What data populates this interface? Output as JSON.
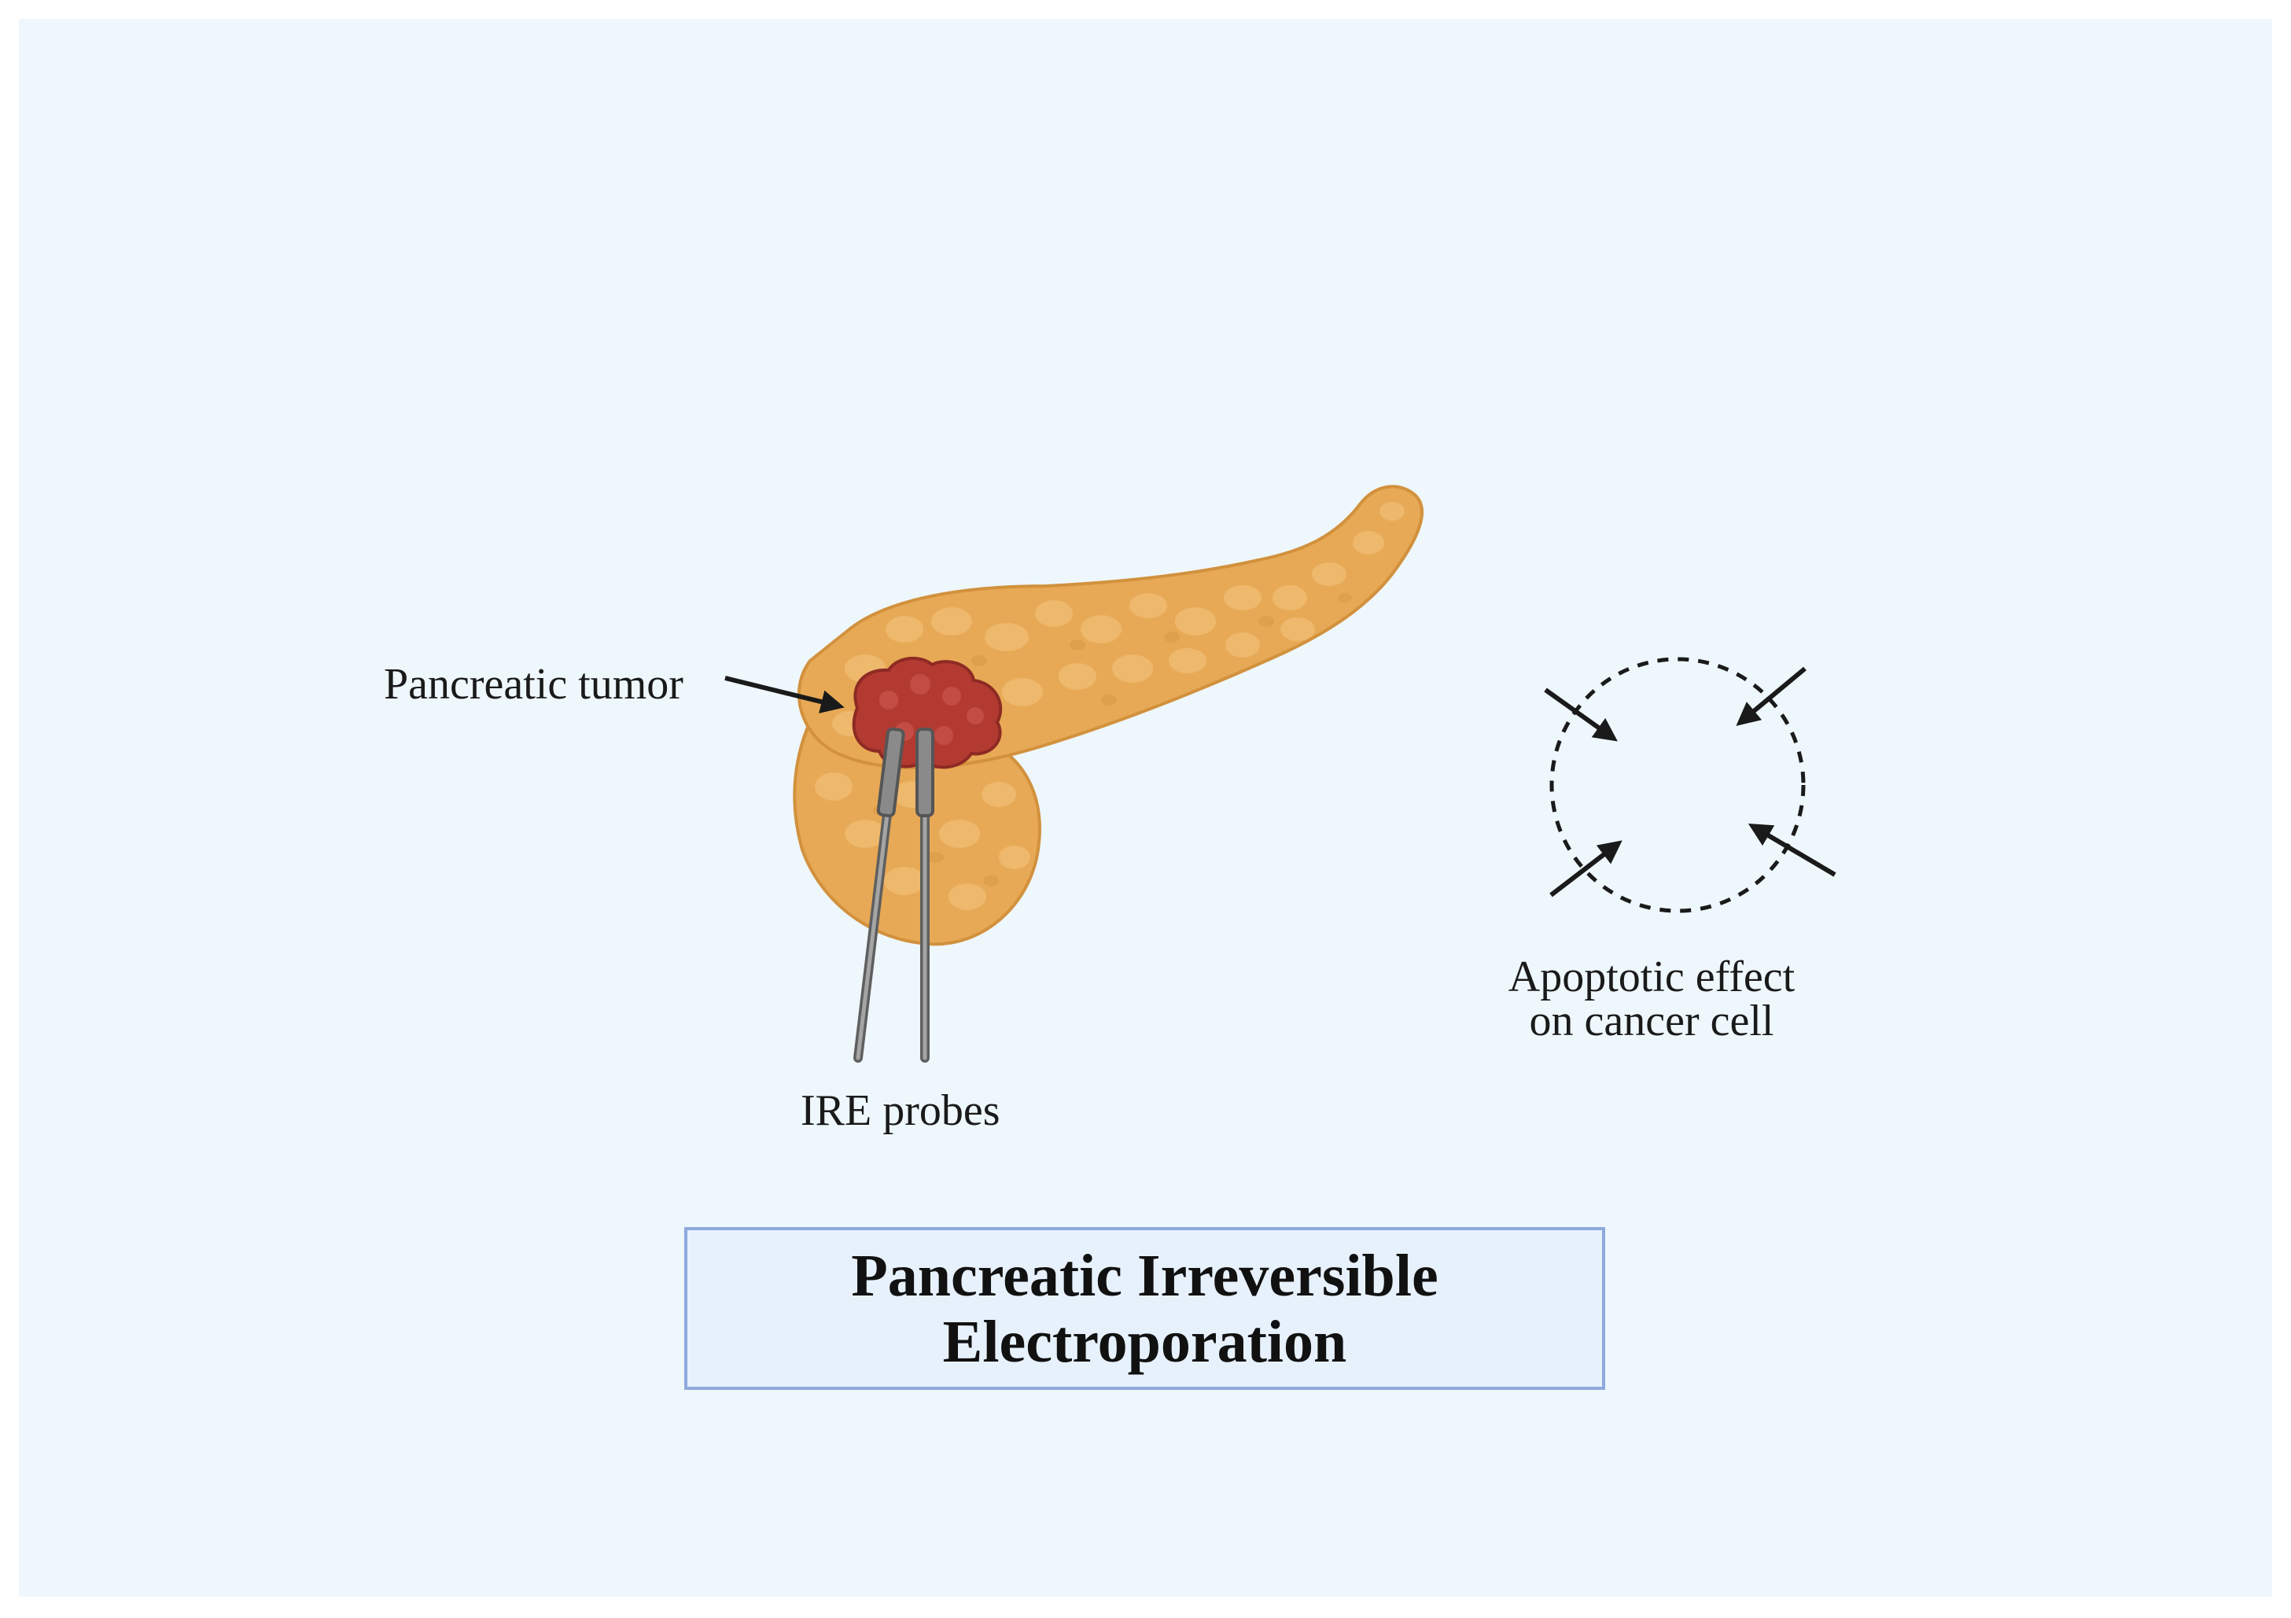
{
  "labels": {
    "tumor": "Pancreatic tumor",
    "probes": "IRE probes",
    "apoptotic_line1": "Apoptotic effect",
    "apoptotic_line2": "on cancer cell"
  },
  "title": {
    "line1": "Pancreatic Irreversible",
    "line2": "Electroporation"
  },
  "colors": {
    "background": "#eef7fc",
    "pancreas": "#e7a955",
    "pancreas_lobule": "#f1be75",
    "tumor": "#b33a31",
    "probe": "#7c7c7c",
    "title_border": "#8fa9dd",
    "title_fill": "#e7f1fb"
  },
  "icons": [
    "pancreas-icon",
    "tumor-icon",
    "probe-icon",
    "cell-membrane-icon",
    "arrow-icon"
  ]
}
